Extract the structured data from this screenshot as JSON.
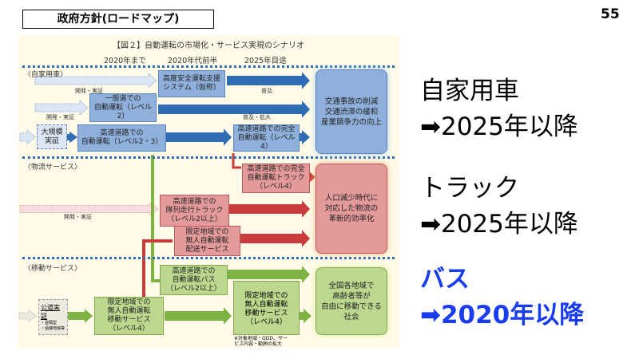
{
  "header": {
    "title": "政府方針(ロードマップ)",
    "page_number": "55"
  },
  "diagram": {
    "title": "【図２】自動運転の市場化・サービス実現のシナリオ",
    "columns": [
      "2020年まで",
      "2020年代前半",
      "2025年目途"
    ],
    "sections": [
      "〈自家用車〉",
      "〈物流サービス〉",
      "〈移動サービス〉"
    ],
    "labels": {
      "dev1": "開発・実証",
      "dev2": "開発・実証",
      "dev3": "開発・実証",
      "spread": "普及",
      "spread_expand": "普及・拡大"
    },
    "boxes": {
      "advanced_assist": "高度安全運転支援\nシステム（仮称）",
      "general_road": "一般道での\n自動運転（レベル2）",
      "large_scale": "大規模\n実証",
      "highway_l23": "高速道路での\n自動運転（レベル2・3）",
      "highway_l4": "高速道路での完全\n自動運転（レベル4）",
      "goal_private": "交通事故の削減\n交通渋滞の緩和\n産業競争力の向上",
      "truck_l4": "高速道路での完全\n自動運転トラック\n（レベル4）",
      "platoon": "高速道路での\n隊列走行トラック\n（レベル2以上）",
      "delivery": "限定地域での\n無人自動運転\n配送サービス",
      "goal_logistics": "人口減少時代に\n対応した物流の\n革新的効率化",
      "bus": "高速道路での\n自動運転バス\n（レベル2以上）",
      "public_road": "公道実証",
      "public_road_sub": "・遠隔型\n・過疎地域等",
      "limited_l4": "限定地域での\n無人自動運転\n移動サービス\n（レベル4）",
      "limited_l4_b": "限定地域での\n無人自動運転\n移動サービス\n（レベル4）",
      "limited_note": "※対象地域・ODD、サー\nビス内容・範囲の拡大",
      "goal_mobility": "全国各地域で\n高齢者等が\n自由に移動できる\n社会"
    }
  },
  "summary": [
    {
      "category": "自家用車",
      "timing": "➡2025年以降"
    },
    {
      "category": "トラック",
      "timing": "➡2025年以降"
    },
    {
      "category": "バス",
      "timing": "➡2020年以降"
    }
  ],
  "colors": {
    "highlight": "#1a3cf0",
    "private": "#2e6db4",
    "logistics": "#c93c3c",
    "mobility": "#7cb342"
  }
}
